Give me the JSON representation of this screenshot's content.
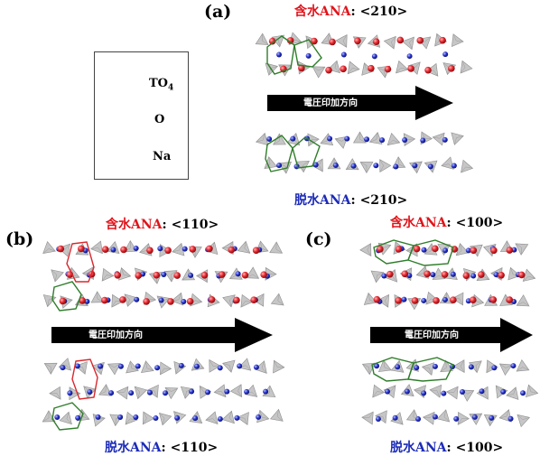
{
  "panels": {
    "a": {
      "letter": "(a)",
      "top": {
        "phase": "含水ANA",
        "direction": ": <210>"
      },
      "bottom": {
        "phase": "脱水ANA",
        "direction": ": <210>"
      },
      "arrow_label": "電圧印加方向"
    },
    "b": {
      "letter": "(b)",
      "top": {
        "phase": "含水ANA",
        "direction": ": <110>"
      },
      "bottom": {
        "phase": "脱水ANA",
        "direction": ": <110>"
      },
      "arrow_label": "電圧印加方向"
    },
    "c": {
      "letter": "(c)",
      "top": {
        "phase": "含水ANA",
        "direction": ": <100>"
      },
      "bottom": {
        "phase": "脱水ANA",
        "direction": ": <100>"
      },
      "arrow_label": "電圧印加方向"
    }
  },
  "legend": {
    "tetra_label": "TO",
    "tetra_sub": "4",
    "oxygen_label": "O",
    "sodium_label": "Na"
  },
  "colors": {
    "hydrated_text": "#e0141b",
    "dehydrated_text": "#1c2bb8",
    "oxygen": "#e3262d",
    "sodium": "#2733c9",
    "ring_green": "#2f7d2a",
    "ring_red": "#d8282e",
    "tetrahedron": "#bdbdbd",
    "arrow": "#000000"
  }
}
